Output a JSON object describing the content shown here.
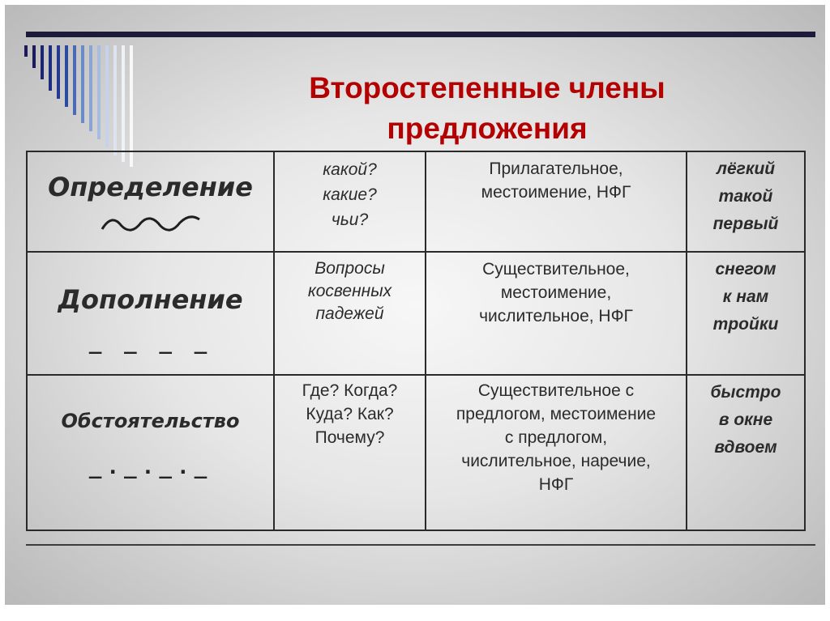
{
  "slide": {
    "title_line1": "Второстепенные члены",
    "title_line2": "предложения"
  },
  "colors": {
    "title": "#b40000",
    "rule": "#1c1c3a",
    "text": "#2b2b2b"
  },
  "table": {
    "rows": [
      {
        "term": "Определение",
        "marker_icon": "wavy-underline-icon",
        "questions": [
          "какой?",
          "какие?",
          "чьи?"
        ],
        "parts_of_speech": [
          "Прилагательное,",
          "местоимение, НФГ"
        ],
        "examples": [
          "лёгкий",
          "такой",
          "первый"
        ]
      },
      {
        "term": "Дополнение",
        "marker": "_ _ _ _",
        "questions": [
          "Вопросы",
          "косвенных",
          "падежей"
        ],
        "parts_of_speech": [
          "Существительное,",
          "местоимение,",
          "числительное, НФГ"
        ],
        "examples": [
          "снегом",
          "к нам",
          "тройки"
        ]
      },
      {
        "term": "Обстоятельство",
        "marker": "_._._._",
        "questions": [
          "Где? Когда?",
          "Куда? Как?",
          "Почему?"
        ],
        "parts_of_speech": [
          "Существительное с",
          "предлогом, местоимение",
          "с предлогом,",
          "числительное, наречие,",
          "НФГ"
        ],
        "examples": [
          "быстро",
          "в окне",
          "вдвоем"
        ]
      }
    ]
  }
}
